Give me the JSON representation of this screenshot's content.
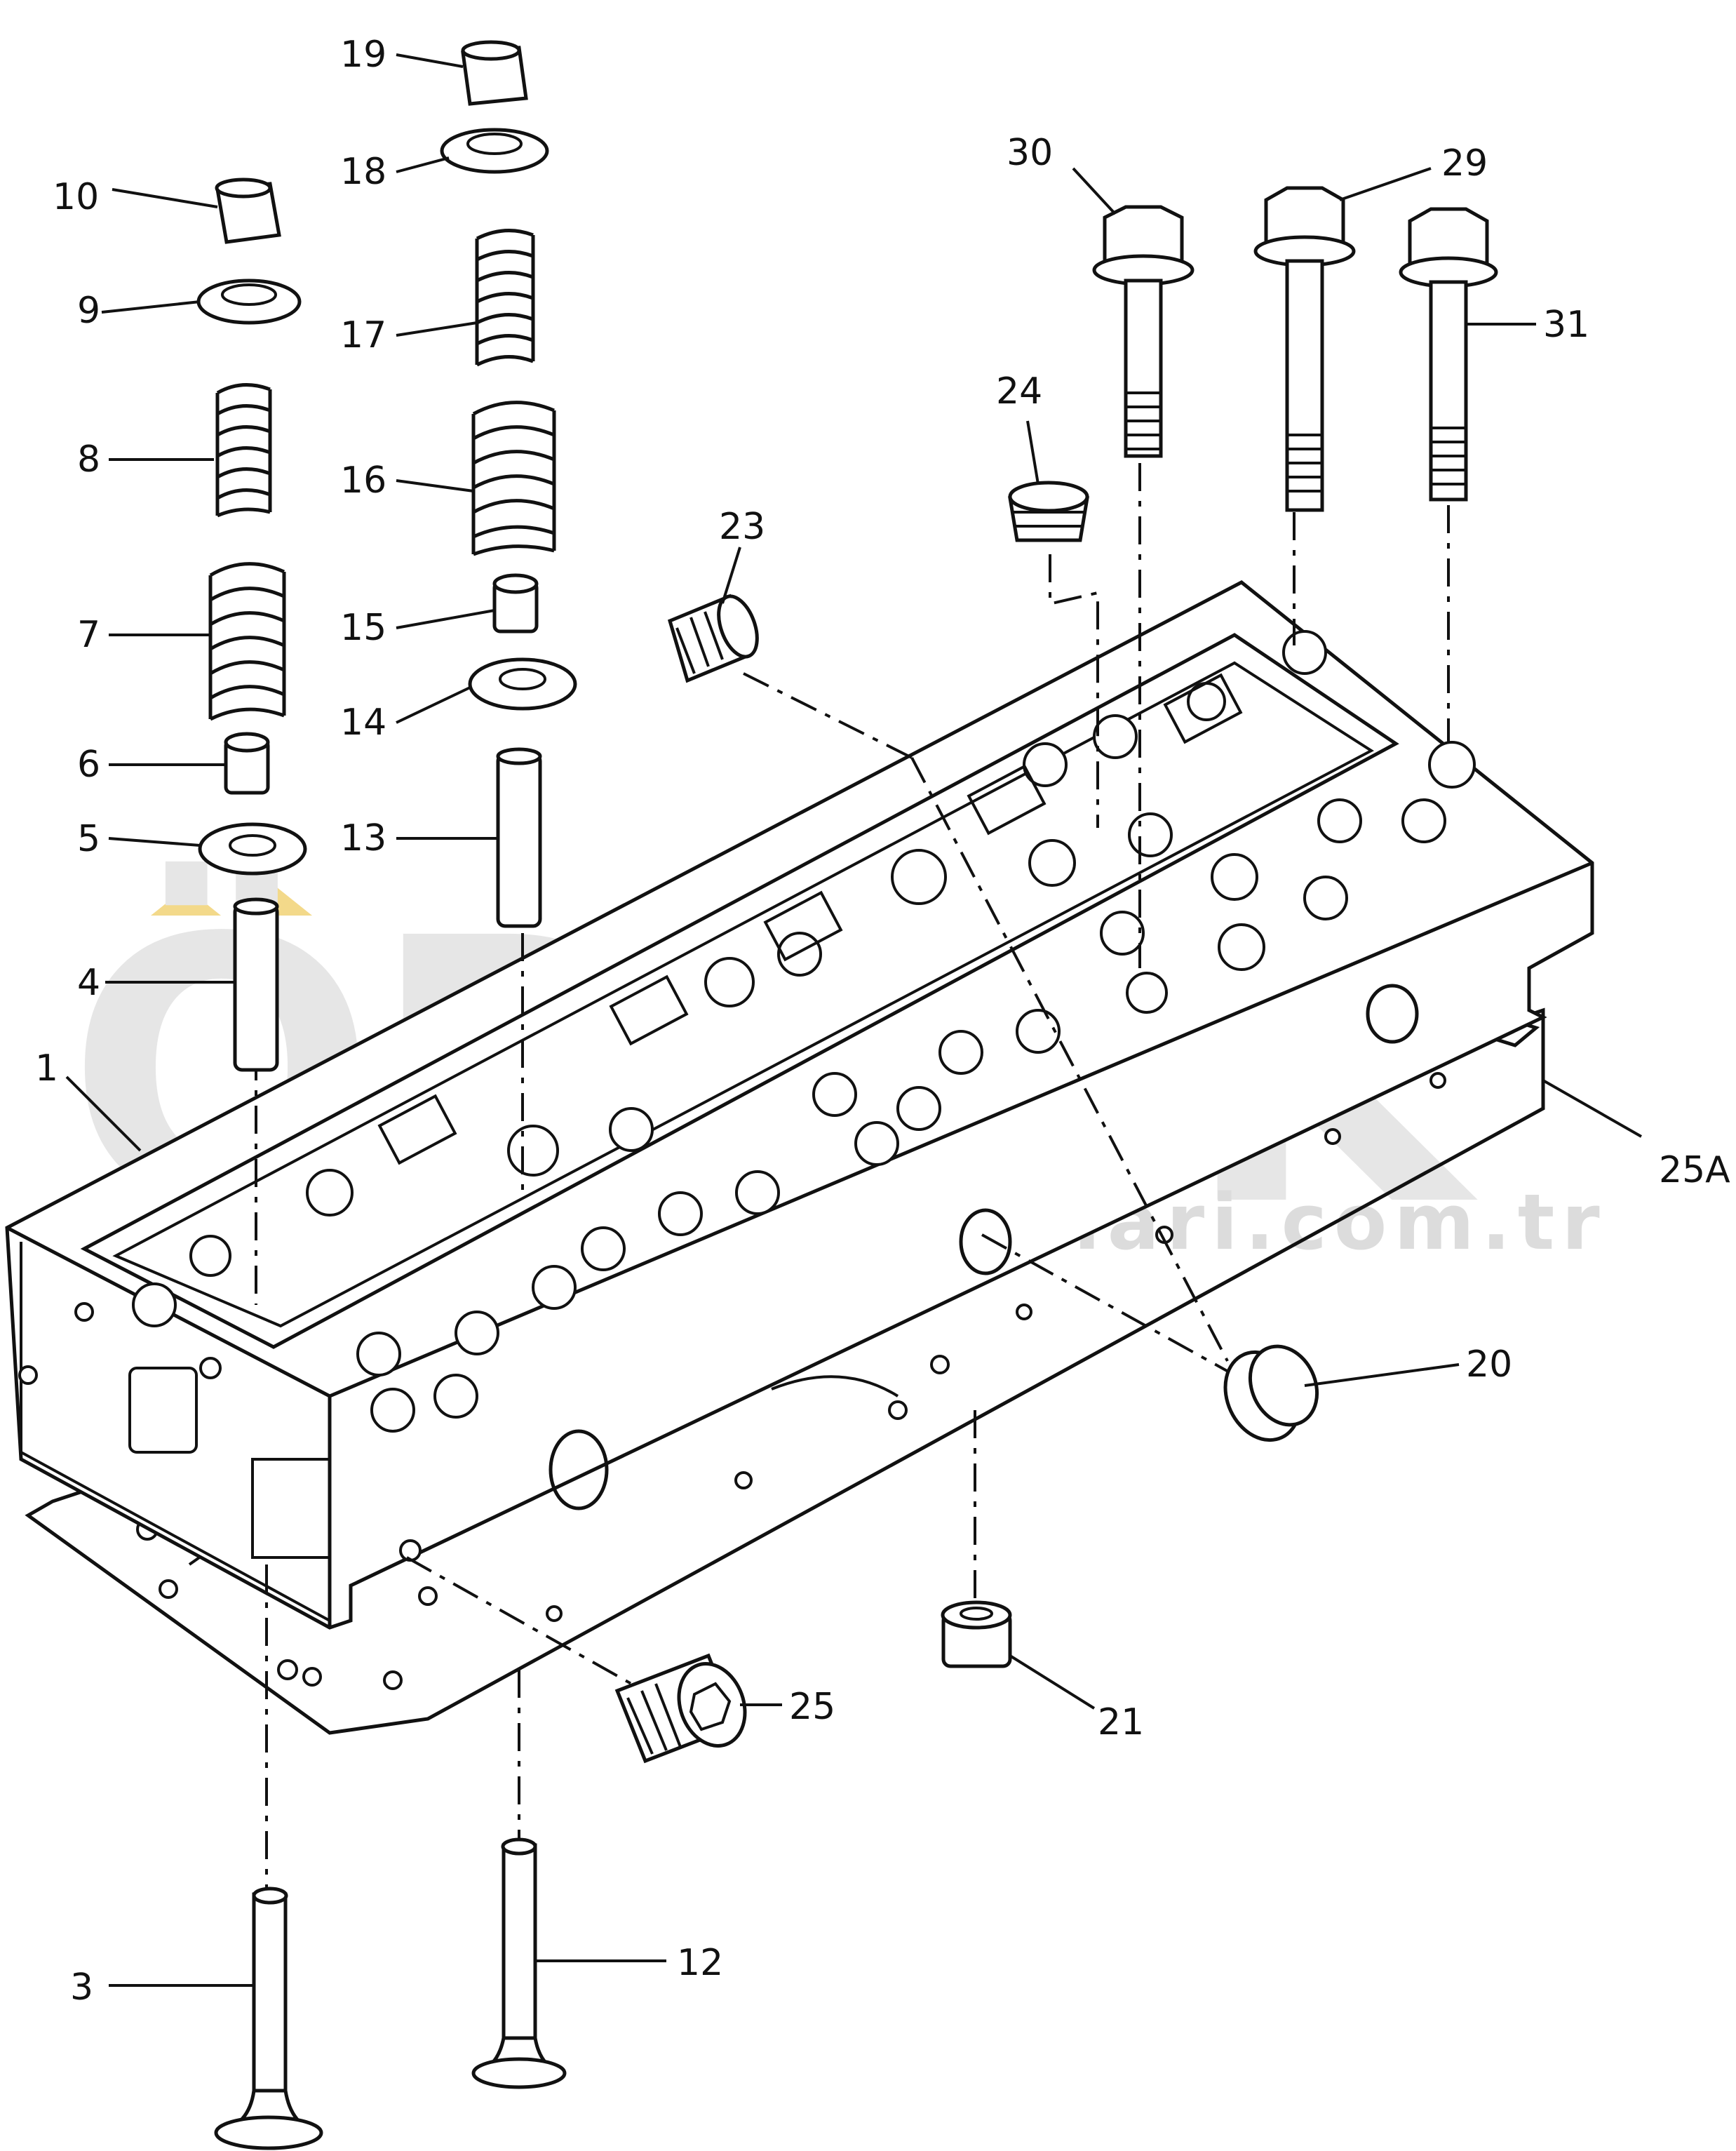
{
  "watermark": {
    "brand": "ÖRNEK",
    "url": "www.ornekismakinalari.com.tr",
    "color": "#e6e6e6",
    "accent": "#f3d98a"
  },
  "callouts": [
    {
      "id": "p1",
      "label": "1"
    },
    {
      "id": "p3",
      "label": "3"
    },
    {
      "id": "p4",
      "label": "4"
    },
    {
      "id": "p5",
      "label": "5"
    },
    {
      "id": "p6",
      "label": "6"
    },
    {
      "id": "p7",
      "label": "7"
    },
    {
      "id": "p8",
      "label": "8"
    },
    {
      "id": "p9",
      "label": "9"
    },
    {
      "id": "p10",
      "label": "10"
    },
    {
      "id": "p12",
      "label": "12"
    },
    {
      "id": "p13",
      "label": "13"
    },
    {
      "id": "p14",
      "label": "14"
    },
    {
      "id": "p15",
      "label": "15"
    },
    {
      "id": "p16",
      "label": "16"
    },
    {
      "id": "p17",
      "label": "17"
    },
    {
      "id": "p18",
      "label": "18"
    },
    {
      "id": "p19",
      "label": "19"
    },
    {
      "id": "p20",
      "label": "20"
    },
    {
      "id": "p21",
      "label": "21"
    },
    {
      "id": "p23",
      "label": "23"
    },
    {
      "id": "p24",
      "label": "24"
    },
    {
      "id": "p25",
      "label": "25"
    },
    {
      "id": "p25A",
      "label": "25A"
    },
    {
      "id": "p29",
      "label": "29"
    },
    {
      "id": "p30",
      "label": "30"
    },
    {
      "id": "p31",
      "label": "31"
    }
  ]
}
